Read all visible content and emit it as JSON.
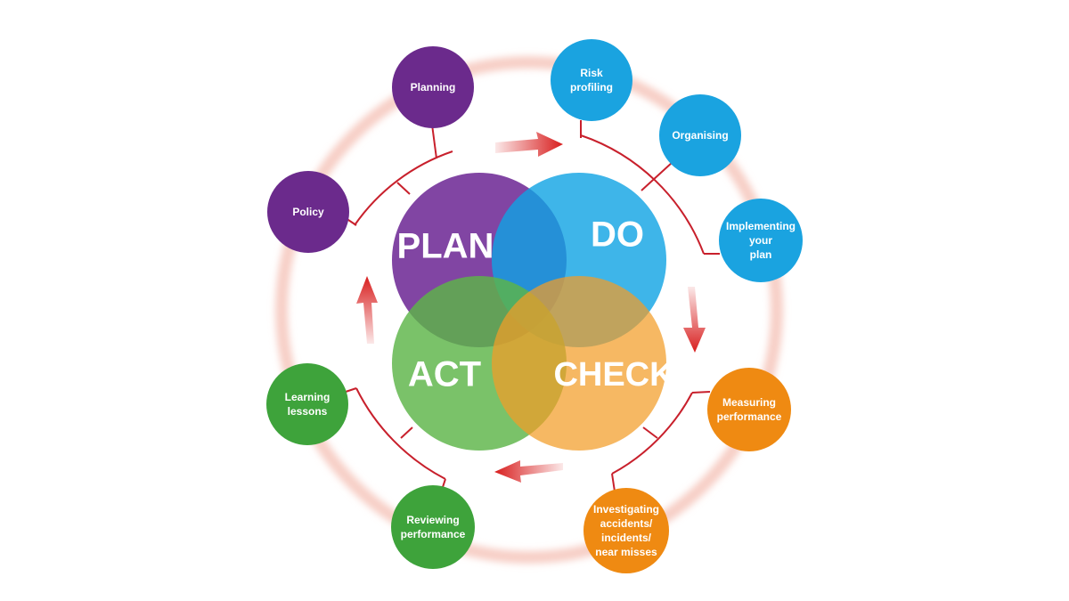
{
  "colors": {
    "plan": "#7a3b9e",
    "do": "#0ea3e4",
    "check": "#f39c27",
    "act": "#5db548",
    "plan_node": "#6b2a8c",
    "do_node": "#1aa3e0",
    "check_node": "#ef8a12",
    "act_node": "#3ea33b",
    "connector": "#c8202c",
    "arrow": "#d81e1e",
    "ring": "#f7cfc6"
  },
  "quadrants": {
    "plan": "PLAN",
    "do": "DO",
    "check": "CHECK",
    "act": "ACT"
  },
  "nodes": {
    "planning": [
      "Planning"
    ],
    "policy": [
      "Policy"
    ],
    "risk_profiling": [
      "Risk",
      "profiling"
    ],
    "organising": [
      "Organising"
    ],
    "implementing": [
      "Implementing",
      "your",
      "plan"
    ],
    "measuring": [
      "Measuring",
      "performance"
    ],
    "investigating": [
      "Investigating",
      "accidents/",
      "incidents/",
      "near misses"
    ],
    "reviewing": [
      "Reviewing",
      "performance"
    ],
    "learning": [
      "Learning",
      "lessons"
    ]
  }
}
